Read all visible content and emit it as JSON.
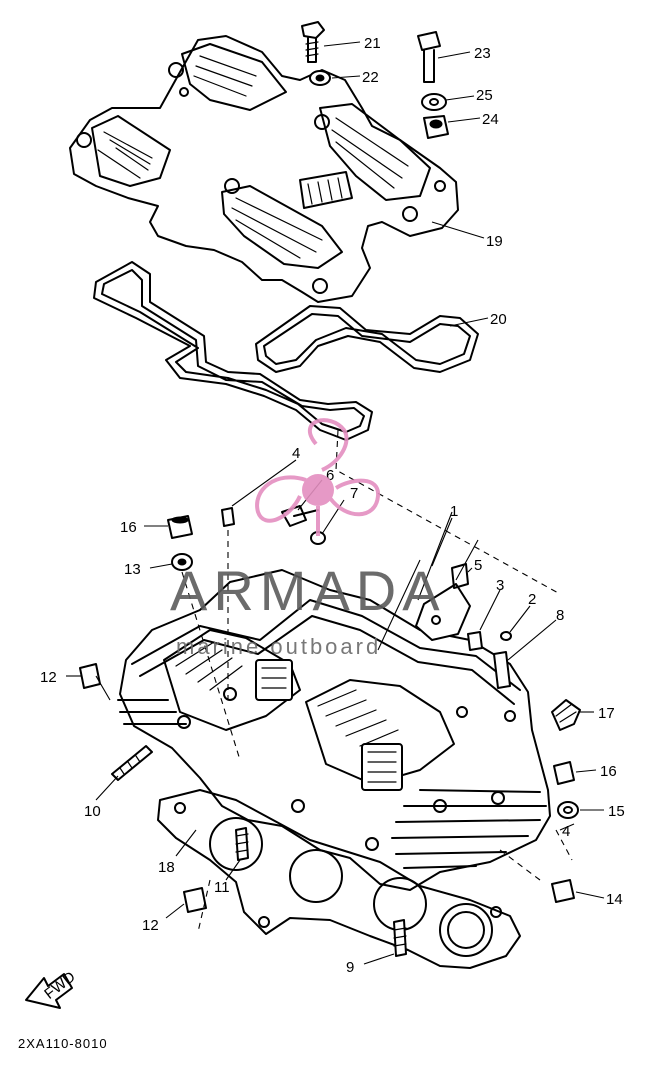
{
  "diagram_code": "2XA110-8010",
  "fwd_label": "FWD",
  "watermark": {
    "brand": "ARMADA",
    "tagline": "marine outboard",
    "logo_color": "#e48fc0",
    "text_color": "#5b5b5b"
  },
  "callouts": [
    {
      "id": "c21",
      "label": "21"
    },
    {
      "id": "c22",
      "label": "22"
    },
    {
      "id": "c23",
      "label": "23"
    },
    {
      "id": "c25",
      "label": "25"
    },
    {
      "id": "c24",
      "label": "24"
    },
    {
      "id": "c19",
      "label": "19"
    },
    {
      "id": "c20",
      "label": "20"
    },
    {
      "id": "c4a",
      "label": "4"
    },
    {
      "id": "c6",
      "label": "6"
    },
    {
      "id": "c7",
      "label": "7"
    },
    {
      "id": "c1",
      "label": "1"
    },
    {
      "id": "c16a",
      "label": "16"
    },
    {
      "id": "c13",
      "label": "13"
    },
    {
      "id": "c5",
      "label": "5"
    },
    {
      "id": "c3",
      "label": "3"
    },
    {
      "id": "c2",
      "label": "2"
    },
    {
      "id": "c8",
      "label": "8"
    },
    {
      "id": "c12a",
      "label": "12"
    },
    {
      "id": "c17",
      "label": "17"
    },
    {
      "id": "c16b",
      "label": "16"
    },
    {
      "id": "c10",
      "label": "10"
    },
    {
      "id": "c15",
      "label": "15"
    },
    {
      "id": "c4b",
      "label": "4"
    },
    {
      "id": "c18",
      "label": "18"
    },
    {
      "id": "c11",
      "label": "11"
    },
    {
      "id": "c14",
      "label": "14"
    },
    {
      "id": "c12b",
      "label": "12"
    },
    {
      "id": "c9",
      "label": "9"
    }
  ]
}
